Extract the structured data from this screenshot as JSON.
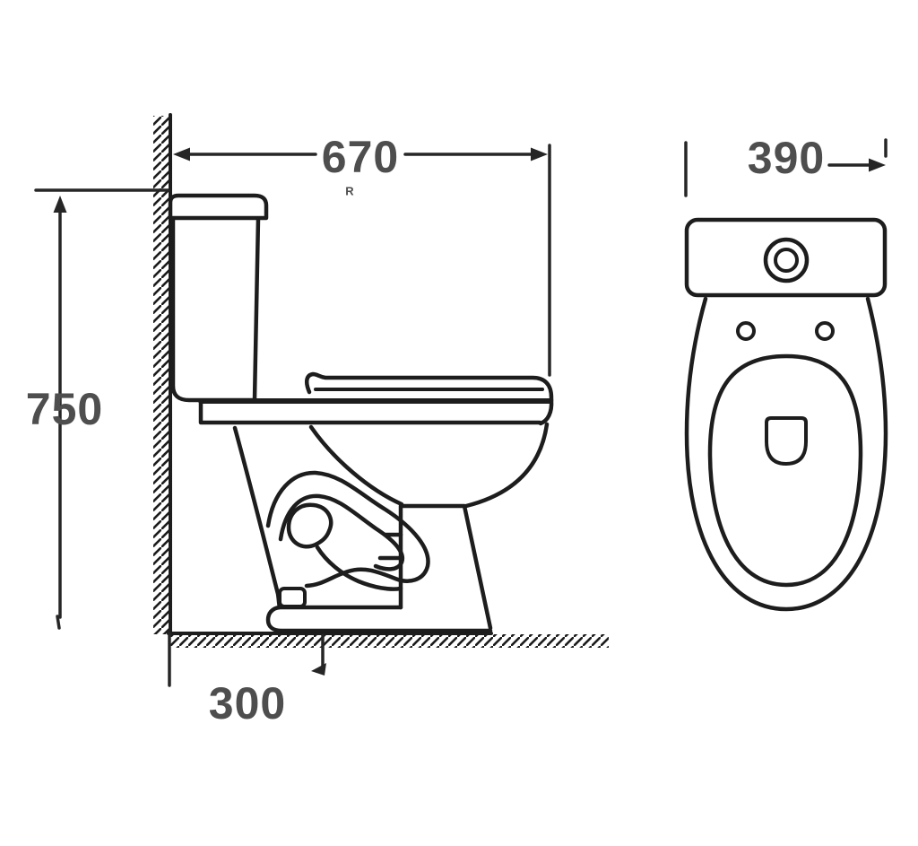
{
  "diagram": {
    "dimensions": {
      "depth": "670",
      "height": "750",
      "outlet_offset": "300",
      "width": "390"
    },
    "annotations": {
      "r_mark": "R"
    },
    "colors": {
      "line": "#1d1d1d",
      "dimension_text": "#4e4e4e",
      "background": "#ffffff"
    }
  }
}
